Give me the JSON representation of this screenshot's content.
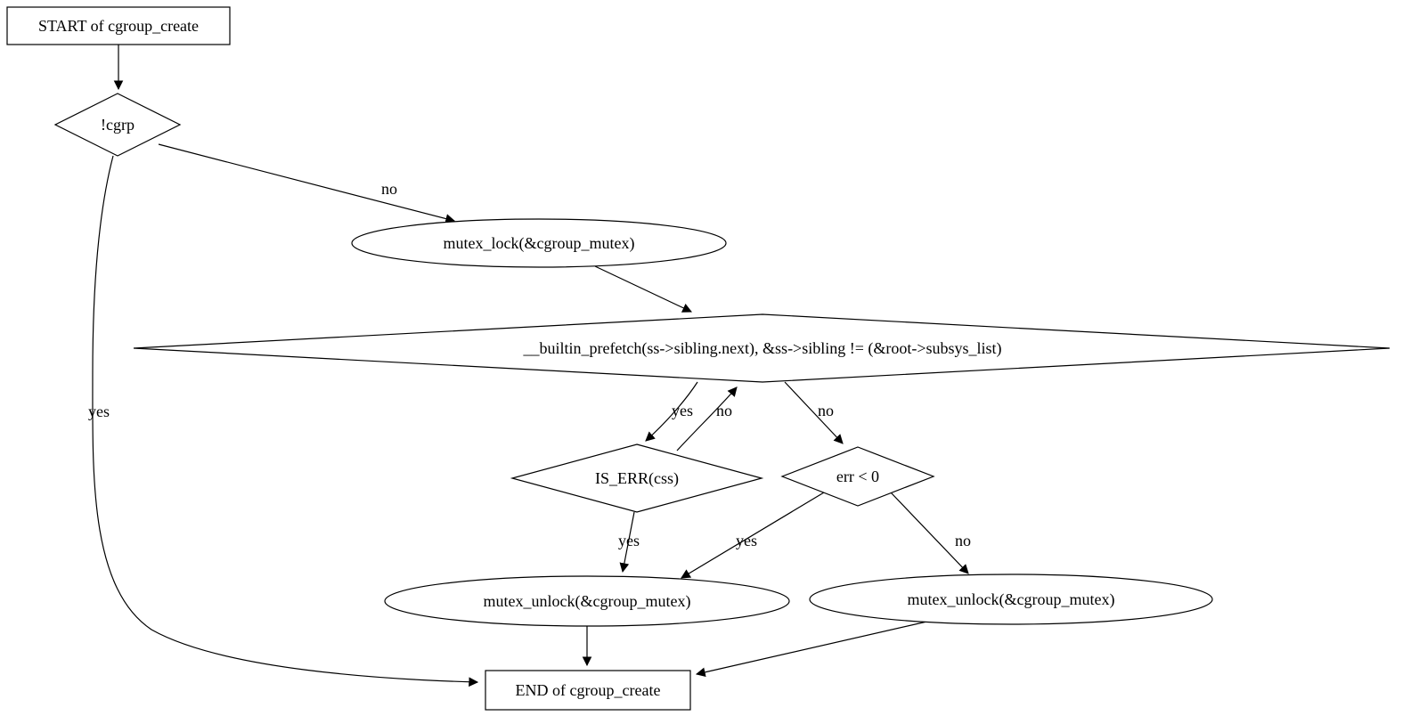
{
  "diagram": {
    "type": "flowchart",
    "background": "#ffffff",
    "colors": {
      "lock_fill": "#add8e6",
      "unlock_fill": "#ffff00",
      "terminal_fill": "#ffffff",
      "stroke": "#000000"
    },
    "nodes": {
      "start": {
        "label": "START of cgroup_create",
        "shape": "box"
      },
      "cgrp_check": {
        "label": "!cgrp",
        "shape": "diamond"
      },
      "mutex_lock": {
        "label": "mutex_lock(&cgroup_mutex)",
        "shape": "ellipse"
      },
      "loop_cond": {
        "label": "__builtin_prefetch(ss->sibling.next), &ss->sibling != (&root->subsys_list)",
        "shape": "diamond"
      },
      "is_err": {
        "label": "IS_ERR(css)",
        "shape": "diamond"
      },
      "err_check": {
        "label": "err < 0",
        "shape": "diamond"
      },
      "mutex_unlock_left": {
        "label": "mutex_unlock(&cgroup_mutex)",
        "shape": "ellipse"
      },
      "mutex_unlock_right": {
        "label": "mutex_unlock(&cgroup_mutex)",
        "shape": "ellipse"
      },
      "end": {
        "label": "END of cgroup_create",
        "shape": "box"
      }
    },
    "edges": {
      "start_to_cgrp": {
        "label": ""
      },
      "cgrp_to_lock": {
        "label": "no"
      },
      "cgrp_to_end": {
        "label": "yes"
      },
      "lock_to_loop": {
        "label": ""
      },
      "loop_to_iserr": {
        "label": "yes"
      },
      "iserr_to_loop": {
        "label": "no"
      },
      "loop_to_err": {
        "label": "no"
      },
      "iserr_to_unlock": {
        "label": "yes"
      },
      "err_to_unlock_left": {
        "label": "yes"
      },
      "err_to_unlock_right": {
        "label": "no"
      },
      "unlock_left_to_end": {
        "label": ""
      },
      "unlock_right_to_end": {
        "label": ""
      }
    }
  }
}
